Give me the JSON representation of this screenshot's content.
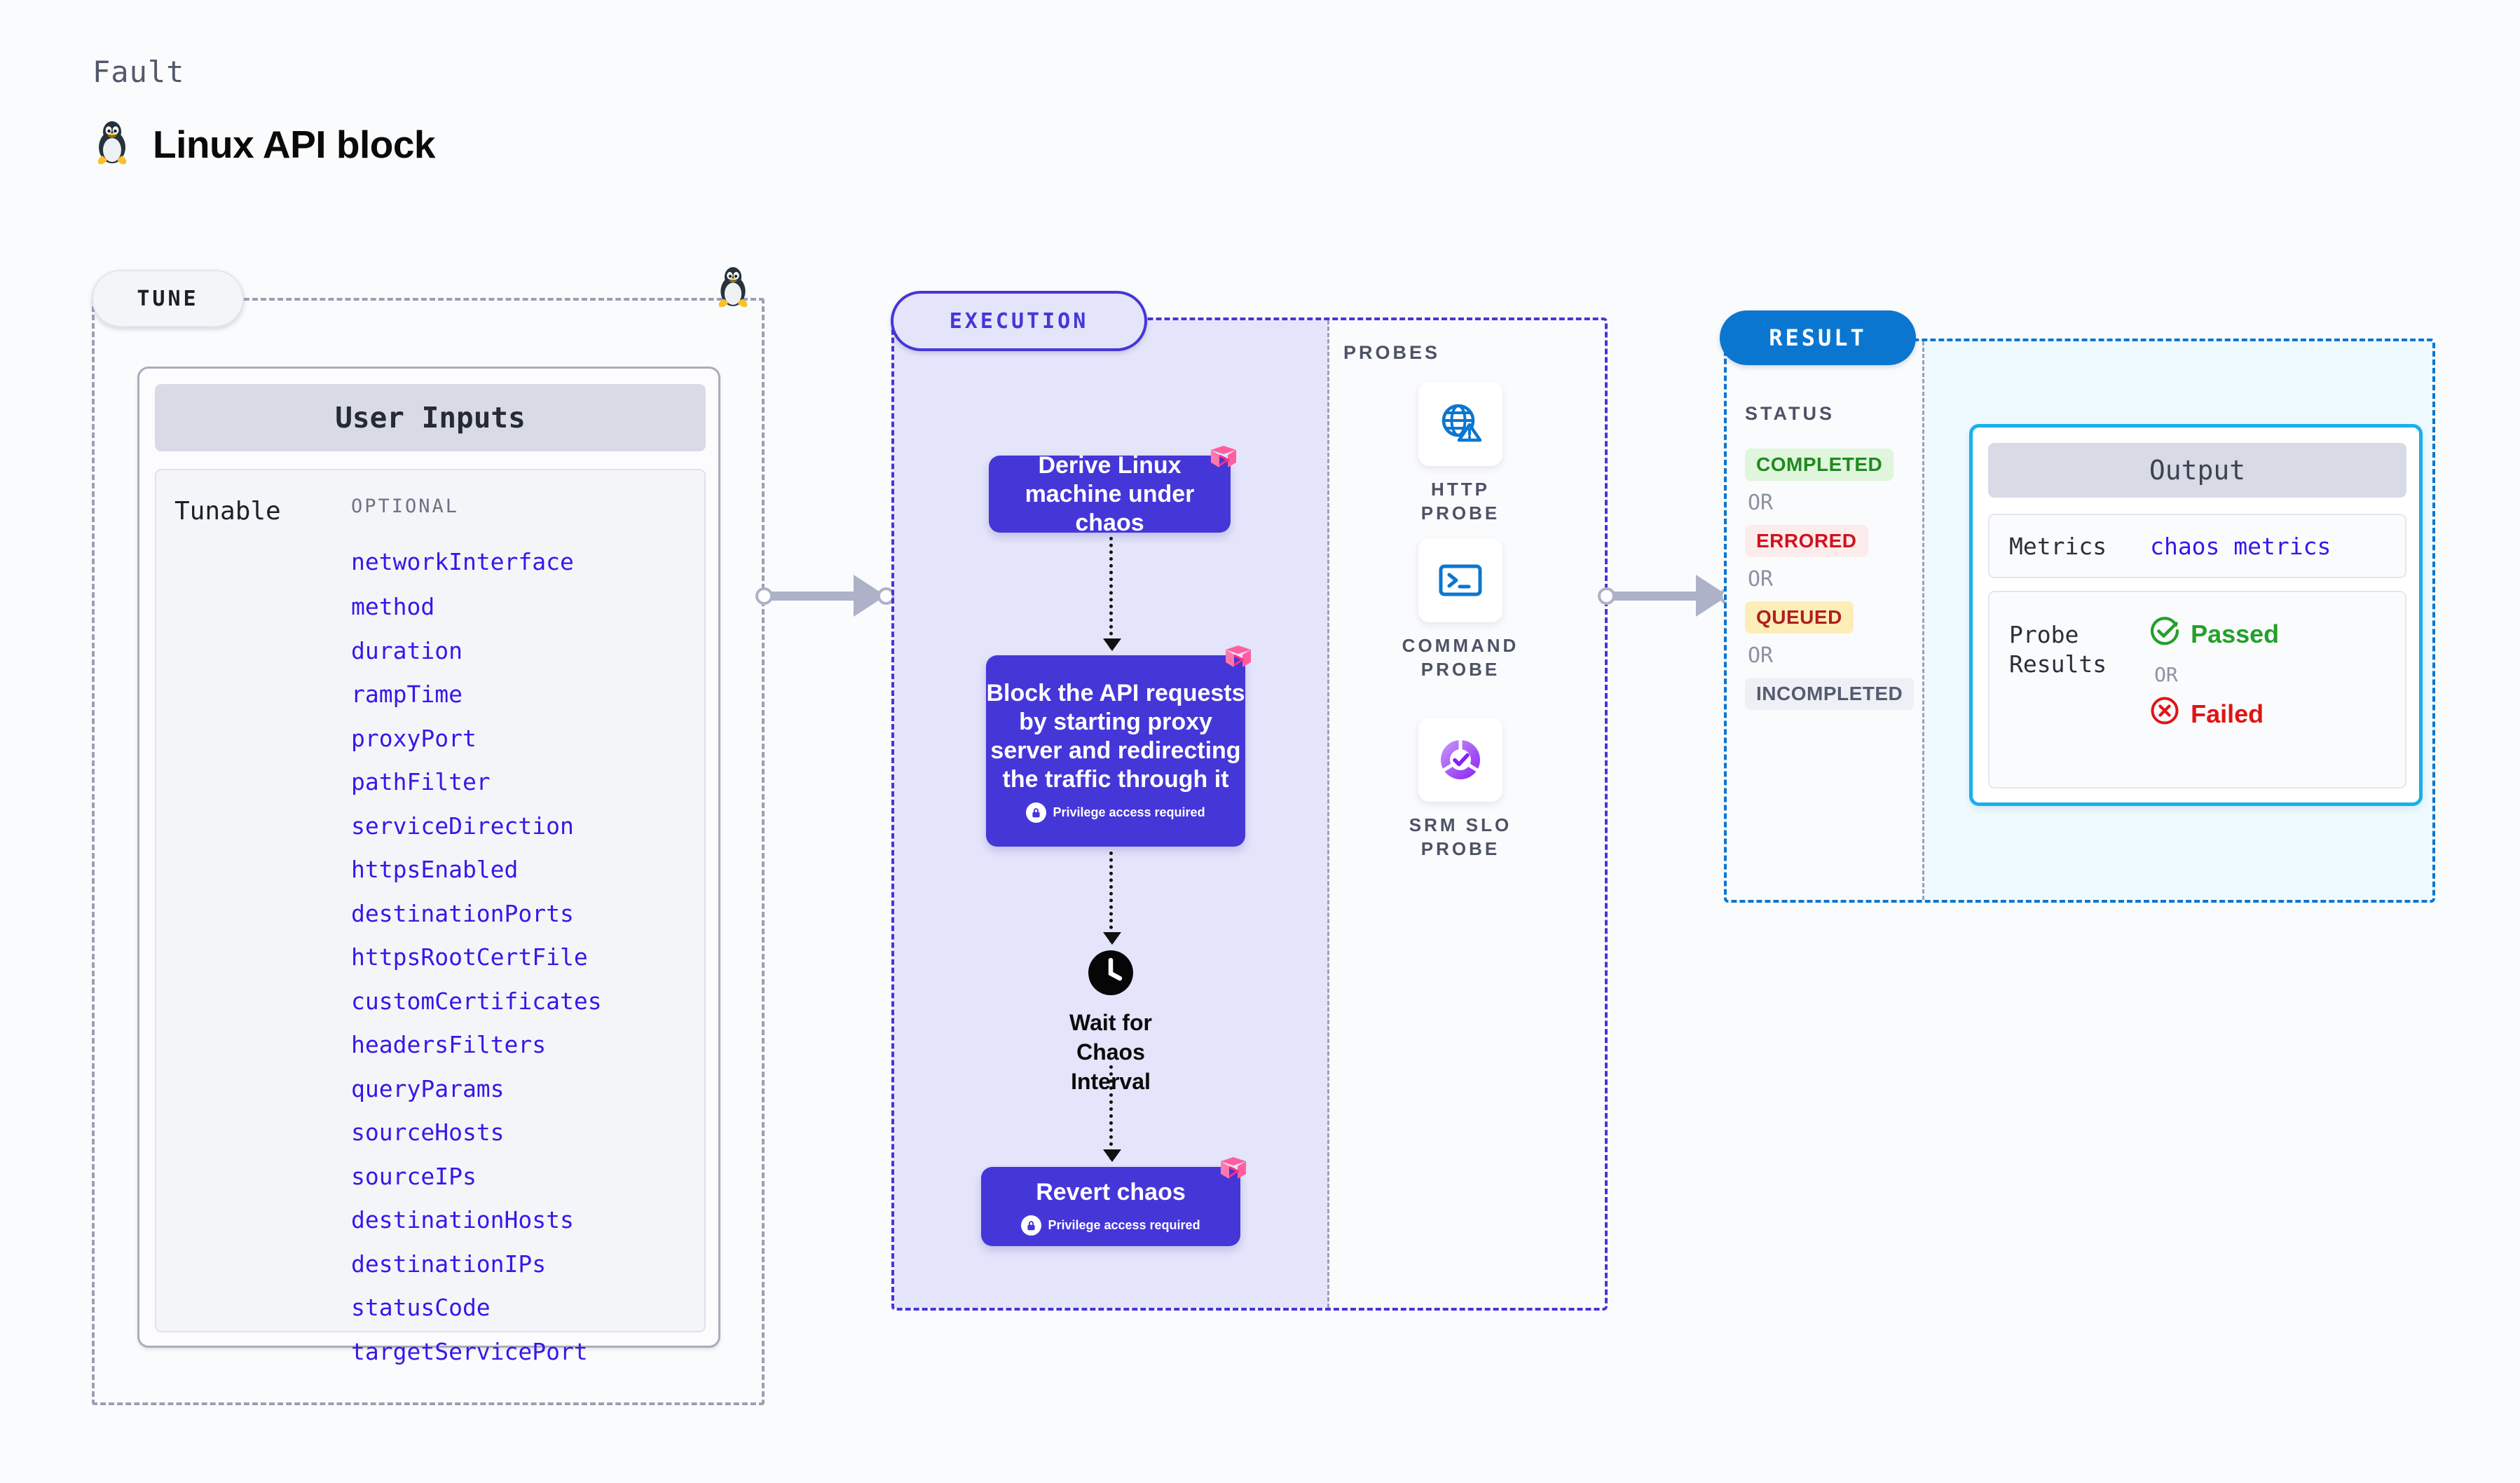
{
  "header": {
    "eyebrow": "Fault",
    "title": "Linux API block",
    "icon": "tux-penguin-icon"
  },
  "tune": {
    "pill_label": "TUNE",
    "border_icon": "tux-penguin-icon",
    "card_title": "User Inputs",
    "tunable_label": "Tunable",
    "optional_label": "OPTIONAL",
    "parameters": [
      "networkInterface",
      "method",
      "duration",
      "rampTime",
      "proxyPort",
      "pathFilter",
      "serviceDirection",
      "httpsEnabled",
      "destinationPorts",
      "httpsRootCertFile",
      "customCertificates",
      "headersFilters",
      "queryParams",
      "sourceHosts",
      "sourceIPs",
      "destinationHosts",
      "destinationIPs",
      "statusCode",
      "targetServicePort"
    ]
  },
  "execution": {
    "pill_label": "EXECUTION",
    "nodes": [
      {
        "text": "Derive Linux machine under chaos",
        "privilege": null,
        "mark": "harness-logo-icon"
      },
      {
        "text": "Block the API requests by starting proxy server and redirecting the traffic through it",
        "privilege": "Privilege access required",
        "mark": "harness-logo-icon"
      },
      {
        "text": "Revert chaos",
        "privilege": "Privilege access required",
        "mark": "harness-logo-icon"
      }
    ],
    "wait_node": {
      "icon": "clock-icon",
      "label": "Wait for Chaos Interval"
    }
  },
  "probes": {
    "section_label": "PROBES",
    "items": [
      {
        "label": "HTTP PROBE",
        "icon": "globe-alert-icon"
      },
      {
        "label": "COMMAND PROBE",
        "icon": "terminal-icon"
      },
      {
        "label": "SRM SLO PROBE",
        "icon": "srm-slo-icon"
      }
    ]
  },
  "result": {
    "pill_label": "RESULT",
    "status_title": "STATUS",
    "or_label": "OR",
    "statuses": [
      {
        "label": "COMPLETED",
        "color": "#1f8a1f",
        "bg": "#dff5dc"
      },
      {
        "label": "ERRORED",
        "color": "#cf1322",
        "bg": "#fdecec"
      },
      {
        "label": "QUEUED",
        "color": "#b02020",
        "bg": "#fdeeb8"
      },
      {
        "label": "INCOMPLETED",
        "color": "#555c70",
        "bg": "#eef0f5"
      }
    ],
    "output": {
      "title": "Output",
      "metrics_key": "Metrics",
      "metrics_value": "chaos metrics",
      "probe_results_key": "Probe\nResults",
      "passed_label": "Passed",
      "failed_label": "Failed",
      "or_label": "OR",
      "passed_icon": "check-circle-icon",
      "failed_icon": "x-circle-icon"
    }
  },
  "colors": {
    "page_bg": "#fafbfd",
    "accent_purple": "#4536d8",
    "accent_blue": "#0b76d0",
    "param_blue": "#3618e8",
    "cyan": "#18b0ec",
    "pink": "#ff5f9e"
  }
}
